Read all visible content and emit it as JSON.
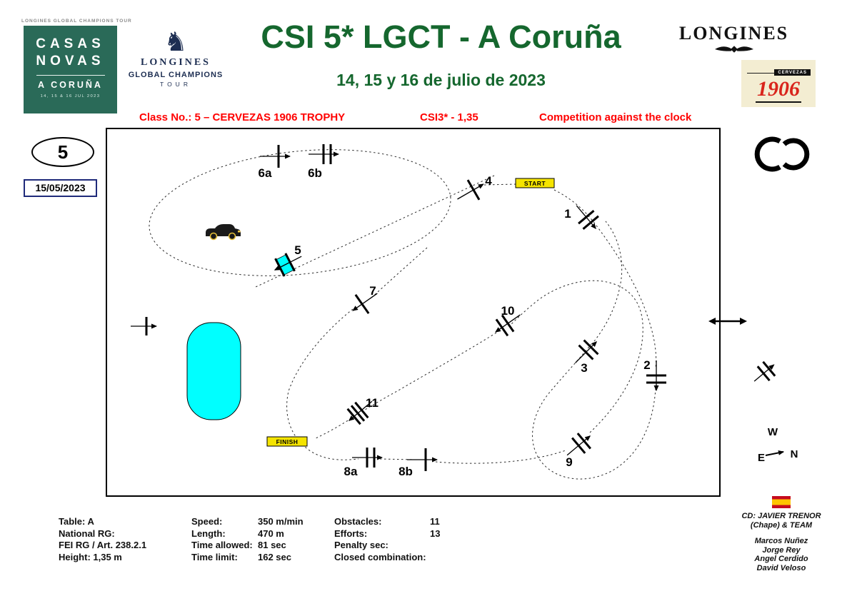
{
  "header": {
    "tour_tagline": "LONGINES GLOBAL CHAMPIONS TOUR",
    "casas_novas": {
      "line1": "CASAS",
      "line2": "NOVAS",
      "city": "A CORUÑA",
      "dates": "14, 15 & 16 JUL 2023"
    },
    "lgct": {
      "brand": "LONGINES",
      "line2": "GLOBAL CHAMPIONS",
      "line3": "TOUR"
    },
    "title": "CSI 5* LGCT - A Coruña",
    "subtitle": "14, 15 y 16 de julio de 2023",
    "longines_brand": "LONGINES",
    "cervezas": {
      "label": "CERVEZAS",
      "year": "1906"
    },
    "class_info": {
      "class_name": "Class No.: 5 – CERVEZAS 1906 TROPHY",
      "category": "CSI3* - 1,35",
      "competition": "Competition against the clock"
    }
  },
  "sidebar": {
    "class_number": "5",
    "date": "15/05/2023"
  },
  "course": {
    "start_label": "START",
    "finish_label": "FINISH",
    "jumps": [
      {
        "label": "1"
      },
      {
        "label": "2"
      },
      {
        "label": "3"
      },
      {
        "label": "4"
      },
      {
        "label": "5"
      },
      {
        "label": "6a"
      },
      {
        "label": "6b"
      },
      {
        "label": "7"
      },
      {
        "label": "8a"
      },
      {
        "label": "8b"
      },
      {
        "label": "9"
      },
      {
        "label": "10"
      },
      {
        "label": "11"
      }
    ]
  },
  "compass": {
    "w": "W",
    "e": "E",
    "n": "N"
  },
  "footer": {
    "col1": [
      "Table: A",
      "National RG:",
      "FEI RG / Art. 238.2.1",
      "Height: 1,35 m"
    ],
    "col2": [
      {
        "label": "Speed:",
        "value": "350 m/min"
      },
      {
        "label": "Length:",
        "value": "470 m"
      },
      {
        "label": "Time allowed:",
        "value": "81 sec"
      },
      {
        "label": "Time limit:",
        "value": "162 sec"
      }
    ],
    "col3": [
      {
        "label": "Obstacles:",
        "value": "11"
      },
      {
        "label": "Efforts:",
        "value": "13"
      },
      {
        "label": "Penalty sec:",
        "value": ""
      },
      {
        "label": "Closed combination:",
        "value": ""
      }
    ],
    "designer": {
      "cd": "CD: JAVIER TRENOR",
      "cd2": "(Chape) & TEAM",
      "team": [
        "Marcos Nuñez",
        "Jorge Rey",
        "Angel Cerdido",
        "David Veloso"
      ]
    }
  }
}
